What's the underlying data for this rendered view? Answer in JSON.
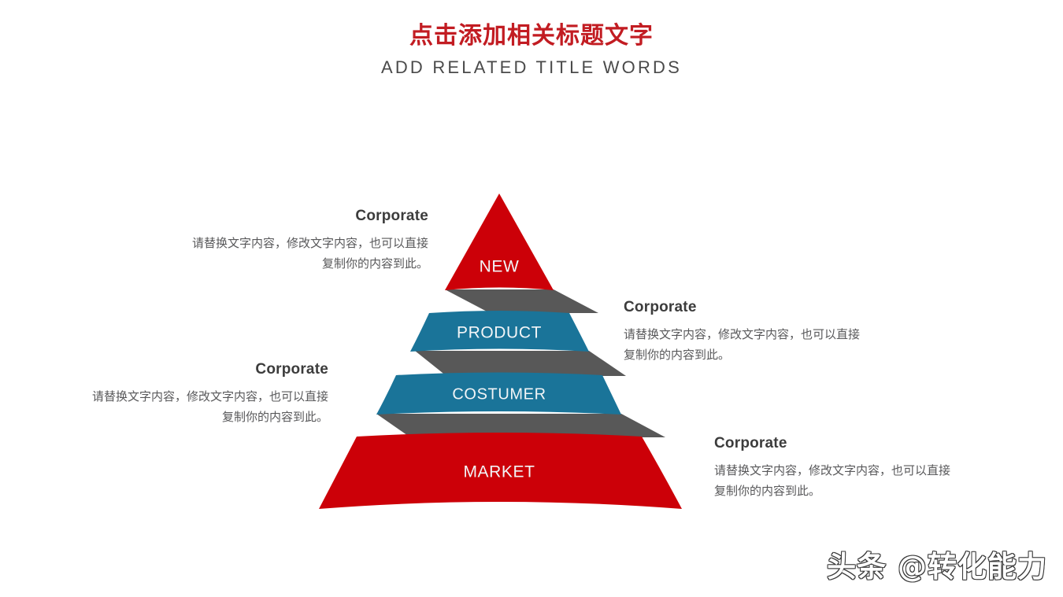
{
  "slide": {
    "title_cn": "点击添加相关标题文字",
    "title_en": "ADD RELATED TITLE WORDS",
    "background": "#FFFFFF"
  },
  "colors": {
    "red": "#CC0008",
    "blue": "#1A7499",
    "shadow_gray": "#585858",
    "title_red": "#C21C22",
    "subtitle_gray": "#4A4A4A",
    "caption_title": "#3C3C3C",
    "caption_body": "#58585A",
    "band_label": "#F2F5F7"
  },
  "chart_data": {
    "type": "pyramid",
    "title": "点击添加相关标题文字",
    "subtitle": "ADD RELATED TITLE WORDS",
    "levels": [
      {
        "label": "NEW",
        "rank": 1,
        "color": "#CC0008",
        "shape": "triangle"
      },
      {
        "label": "PRODUCT",
        "rank": 2,
        "color": "#1A7499",
        "shape": "band"
      },
      {
        "label": "COSTUMER",
        "rank": 3,
        "color": "#1A7499",
        "shape": "band"
      },
      {
        "label": "MARKET",
        "rank": 4,
        "color": "#CC0008",
        "shape": "band"
      }
    ],
    "legend_position": "sides",
    "grid": false
  },
  "captions": [
    {
      "id": "new",
      "title": "Corporate",
      "body": "请替换文字内容，修改文字内容，也可以直接复制你的内容到此。",
      "align": "right"
    },
    {
      "id": "product",
      "title": "Corporate",
      "body": "请替换文字内容，修改文字内容，也可以直接复制你的内容到此。",
      "align": "left"
    },
    {
      "id": "costumer",
      "title": "Corporate",
      "body": "请替换文字内容，修改文字内容，也可以直接复制你的内容到此。",
      "align": "right"
    },
    {
      "id": "market",
      "title": "Corporate",
      "body": "请替换文字内容，修改文字内容，也可以直接复制你的内容到此。",
      "align": "left"
    }
  ],
  "watermark": {
    "text": "头条 @转化能力"
  }
}
